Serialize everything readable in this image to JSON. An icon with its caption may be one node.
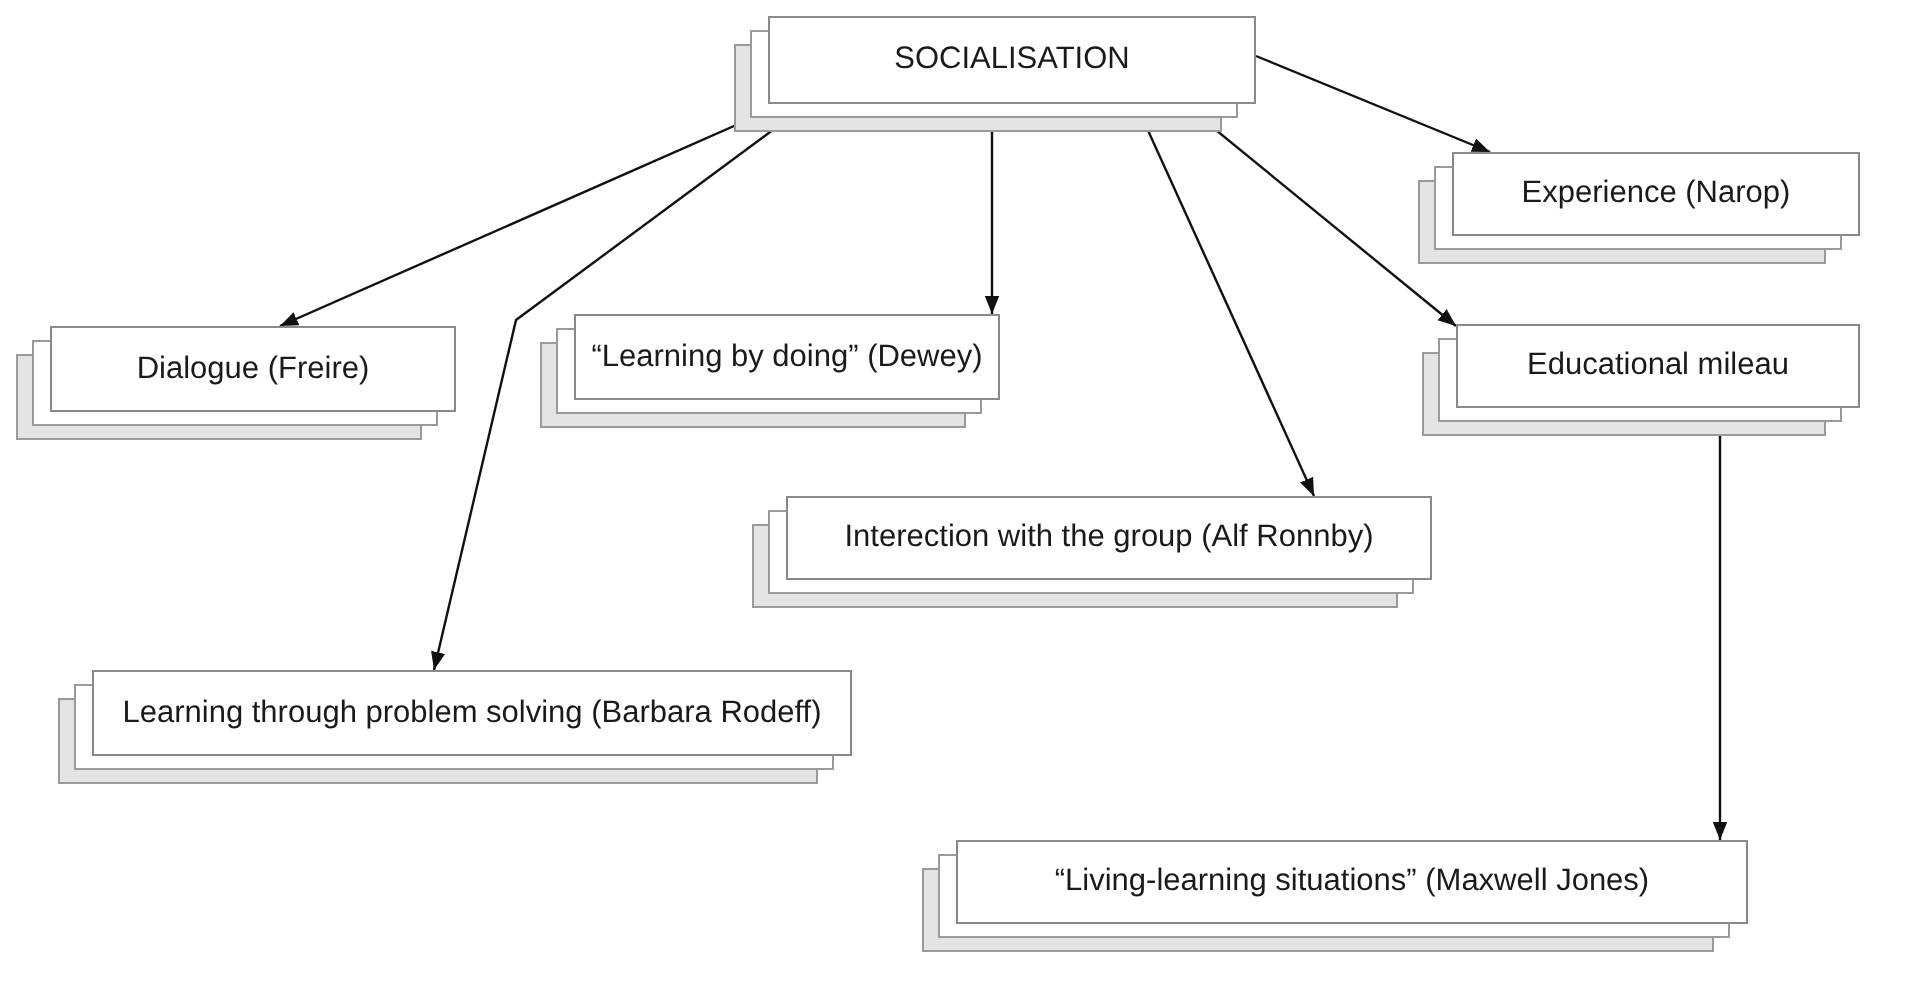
{
  "diagram": {
    "nodes": [
      {
        "text": [
          "SOCIALISATION"
        ]
      },
      {
        "text": [
          "Experience (Narop)"
        ]
      },
      {
        "text": [
          "Dialogue (Freire)"
        ]
      },
      {
        "text": [
          "“Learning by doing” (Dewey)"
        ]
      },
      {
        "text": [
          "Educational mileau"
        ]
      },
      {
        "text": [
          "Interection with the group (Alf Ronnby)"
        ]
      },
      {
        "text": [
          "Learning through problem solving (Barbara Rodeff)"
        ]
      },
      {
        "text": [
          "“Living-learning situations” (Maxwell Jones)"
        ]
      }
    ],
    "edges": [
      {
        "from": 0,
        "to": 2,
        "arrow": "to"
      },
      {
        "from": 0,
        "to": 3,
        "arrow": "to"
      },
      {
        "from": 0,
        "to": 6,
        "arrow": "to"
      },
      {
        "from": 0,
        "to": 5,
        "arrow": "to"
      },
      {
        "from": 0,
        "to": 4,
        "arrow": "to"
      },
      {
        "from": 0,
        "to": 1,
        "arrow": "to"
      },
      {
        "from": 4,
        "to": 7,
        "arrow": "to"
      }
    ]
  }
}
